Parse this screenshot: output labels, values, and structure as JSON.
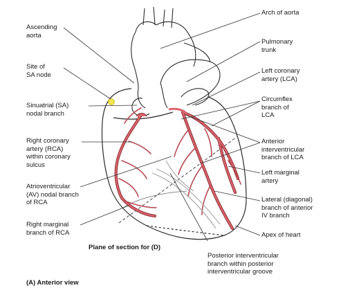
{
  "labels": {
    "arch_of_aorta": "Arch of aorta",
    "ascending_aorta": "Ascending\naorta",
    "pulmonary_trunk": "Pulmonary\ntrunk",
    "site_sa_node": "Site of\nSA node",
    "left_coronary": "Left coronary\nartery (LCA)",
    "sa_nodal_branch": "Sinuatrial (SA)\nnodal branch",
    "circumflex": "Circumflex\nbranch of\nLCA",
    "rca": "Right coronary\nartery (RCA)\nwithin coronary\nsulcus",
    "anterior_iv": "Anterior\ninterventricular\nbranch of LCA",
    "left_marginal": "Left marginal\nartery",
    "av_nodal": "Atrioventricular\n(AV) nodal branch\nof RCA",
    "lateral_diagonal": "Lateral (diagonal)\nbranch of anterior\nIV branch",
    "right_marginal": "Right marginal\nbranch of RCA",
    "apex": "Apex of heart",
    "plane_of_section": "Plane of section for (D)",
    "posterior_iv": "Posterior interventricular\nbranch within posterior\ninterventricular groove",
    "view_caption": "(A) Anterior view"
  },
  "colors": {
    "artery": "#d9626a",
    "artery_dark": "#8a2f36",
    "outline": "#2a2a2a",
    "sa_node": "#f2e64a",
    "leader": "#333333"
  }
}
